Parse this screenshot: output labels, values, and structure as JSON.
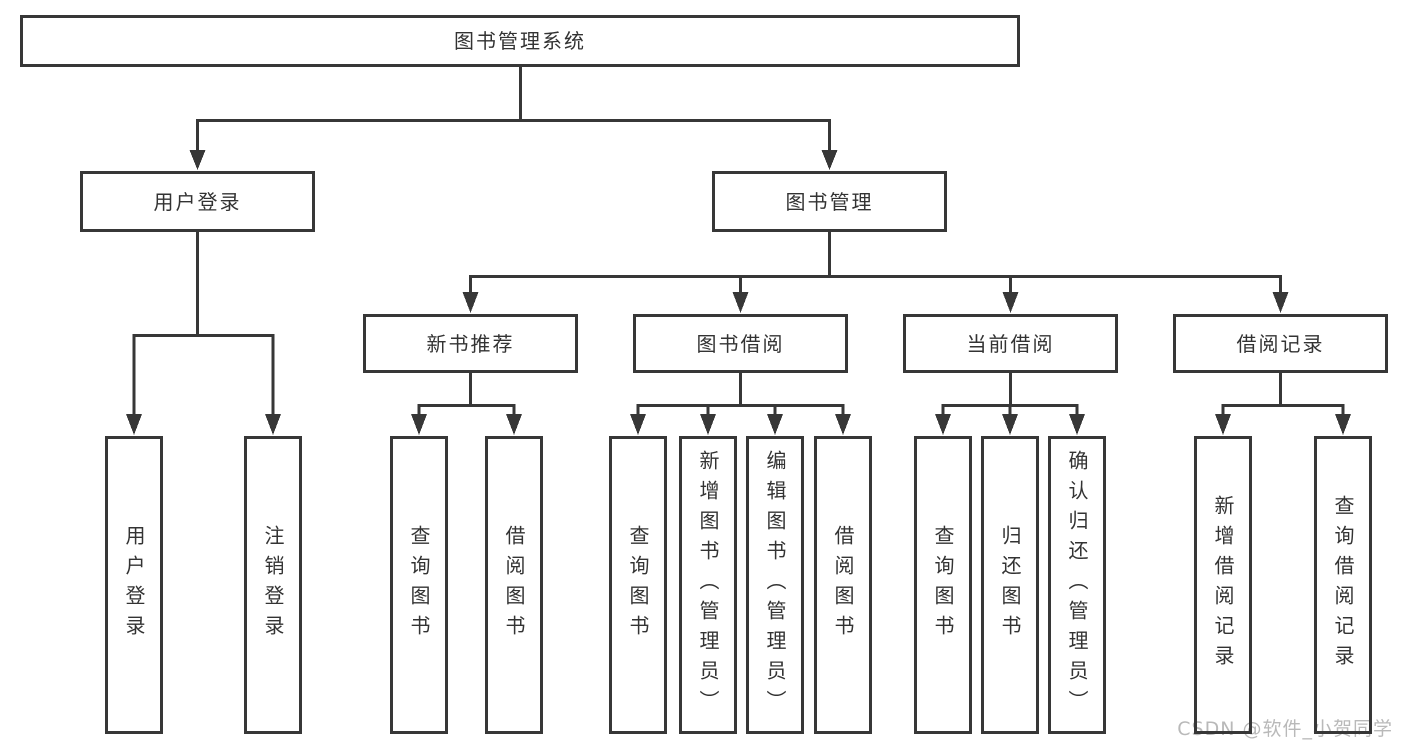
{
  "tree": {
    "root": {
      "label": "图书管理系统"
    },
    "children": [
      {
        "label": "用户登录",
        "children": [
          {
            "label": "用户登录"
          },
          {
            "label": "注销登录"
          }
        ]
      },
      {
        "label": "图书管理",
        "children": [
          {
            "label": "新书推荐",
            "children": [
              {
                "label": "查询图书"
              },
              {
                "label": "借阅图书"
              }
            ]
          },
          {
            "label": "图书借阅",
            "children": [
              {
                "label": "查询图书"
              },
              {
                "label": "新增图书（管理员）"
              },
              {
                "label": "编辑图书（管理员）"
              },
              {
                "label": "借阅图书"
              }
            ]
          },
          {
            "label": "当前借阅",
            "children": [
              {
                "label": "查询图书"
              },
              {
                "label": "归还图书"
              },
              {
                "label": "确认归还（管理员）"
              }
            ]
          },
          {
            "label": "借阅记录",
            "children": [
              {
                "label": "新增借阅记录"
              },
              {
                "label": "查询借阅记录"
              }
            ]
          }
        ]
      }
    ]
  },
  "watermark": {
    "text": "CSDN @软件_小贺同学"
  },
  "colors": {
    "line": "#373737",
    "text": "#333333",
    "watermark": "#b9b9b9",
    "background": "#ffffff"
  }
}
